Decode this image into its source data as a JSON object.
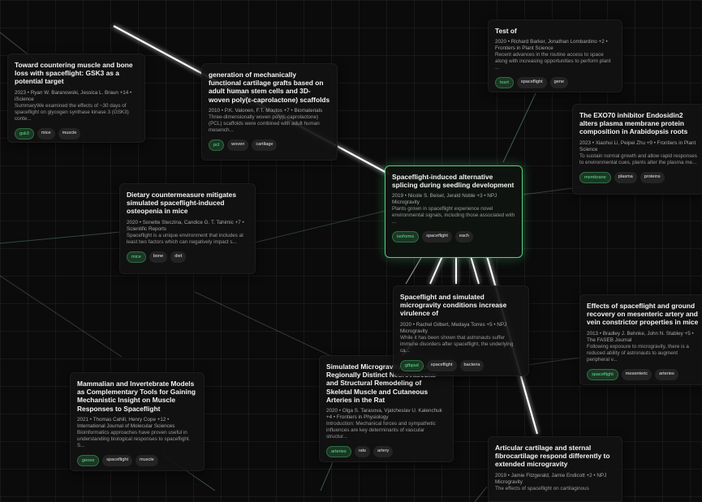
{
  "colors": {
    "accent": "#4fd37e",
    "background": "#0b0b0b",
    "card": "#121212"
  },
  "cards": {
    "gsk3": {
      "title": "Toward countering muscle and bone loss with spaceflight: GSK3 as a potential target",
      "meta": "2023 • Ryan W. Baranowski, Jessica L. Braun +14 • iScience",
      "abstract": "SummaryWe examined the effects of ~30 days of spaceflight on glycogen synthase kinase 3 (GSK3) conte...",
      "tags": [
        "gsk3",
        "mice",
        "muscle"
      ]
    },
    "cartilage_grafts": {
      "title": "generation of mechanically functional cartilage grafts based on adult human stem cells and 3D-woven poly(ε-caprolactone) scaffolds",
      "meta": "2010 • P.K. Valonen, F.T. Moutos +7 • Biomaterials",
      "abstract": "Three-dimensionally woven poly(ε-caprolactone) (PCL) scaffolds were combined with adult human mesench...",
      "tags": [
        "pcl",
        "woven",
        "cartilage"
      ]
    },
    "test_of": {
      "title": "Test of",
      "meta": "2020 • Richard Barker, Jonathan Lombardino +2 • Frontiers in Plant Science",
      "abstract": "Recent advances in the routine access to space along with increasing opportunities to perform plant ...",
      "tags": [
        "tosrt",
        "spaceflight",
        "gene"
      ]
    },
    "exo70": {
      "title": "The EXO70 inhibitor Endosidin2 alters plasma membrane protein composition in Arabidopsis roots",
      "meta": "2023 • Xiaohui Li, Peipei Zhu +9 • Frontiers in Plant Science",
      "abstract": "To sustain normal growth and allow rapid responses to environmental cues, plants alter the plasma me...",
      "tags": [
        "membrane",
        "plasma",
        "proteins"
      ]
    },
    "alt_splicing": {
      "title": "Spaceflight-induced alternative splicing during seedling development",
      "meta": "2019 • Nicole S. Beisel, Jerald Noble +3 • NPJ Microgravity",
      "abstract": "Plants grown in spaceflight experience novel environmental signals, including those associated with ...",
      "tags": [
        "isoforms",
        "spaceflight",
        "each"
      ]
    },
    "osteopenia": {
      "title": "Dietary countermeasure mitigates simulated spaceflight-induced osteopenia in mice",
      "meta": "2020 • Sonette Steczina, Candice G. T. Tahimic +7 • Scientific Reports",
      "abstract": "Spaceflight is a unique environment that includes at least two factors which can negatively impact s...",
      "tags": [
        "mice",
        "bone",
        "diet"
      ]
    },
    "virulence": {
      "title": "Spaceflight and simulated microgravity conditions increase virulence of",
      "meta": "2020 • Rachel Gilbert, Medaya Torres +5 • NPJ Microgravity",
      "abstract": "While it has been shown that astronauts suffer immune disorders after spaceflight, the underlying ca...",
      "tags": [
        "gfbpsd",
        "spaceflight",
        "bacteria"
      ]
    },
    "mesenteric": {
      "title": "Effects of spaceflight and ground recovery on mesenteric artery and vein constrictor properties in mice",
      "meta": "2013 • Bradley J. Behnke, John N. Stabley +5 • The FASEB Journal",
      "abstract": "Following exposure to microgravity, there is a reduced ability of astronauts to augment peripheral v...",
      "tags": [
        "spaceflight",
        "mesenteric",
        "arteries"
      ]
    },
    "arteries": {
      "title": "Simulated Microgravity Produces Regionally Distinct Neurovascular and Structural Remodeling of Skeletal Muscle and Cutaneous Arteries in the Rat",
      "meta": "2020 • Olga S. Tarasova, Vjatcheslav U. Kalenchuk +4 • Frontiers in Physiology",
      "abstract": "Introduction: Mechanical forces and sympathetic influences are key determinants of vascular structur...",
      "tags": [
        "arteries",
        "rats",
        "artery"
      ]
    },
    "mammalian": {
      "title": "Mammalian and Invertebrate Models as Complementary Tools for Gaining Mechanistic Insight on Muscle Responses to Spaceflight",
      "meta": "2021 • Thomas Cahill, Henry Cope +12 • International Journal of Molecular Sciences",
      "abstract": "Bioinformatics approaches have proven useful in understanding biological responses to spaceflight. S...",
      "tags": [
        "genes",
        "spaceflight",
        "muscle"
      ]
    },
    "articular": {
      "title": "Articular cartilage and sternal fibrocartilage respond differently to extended microgravity",
      "meta": "2019 • Jamie Fitzgerald, Jamie Endicott +2 • NPJ Microgravity",
      "abstract": "The effects of spaceflight on cartilaginous",
      "tags": []
    }
  }
}
